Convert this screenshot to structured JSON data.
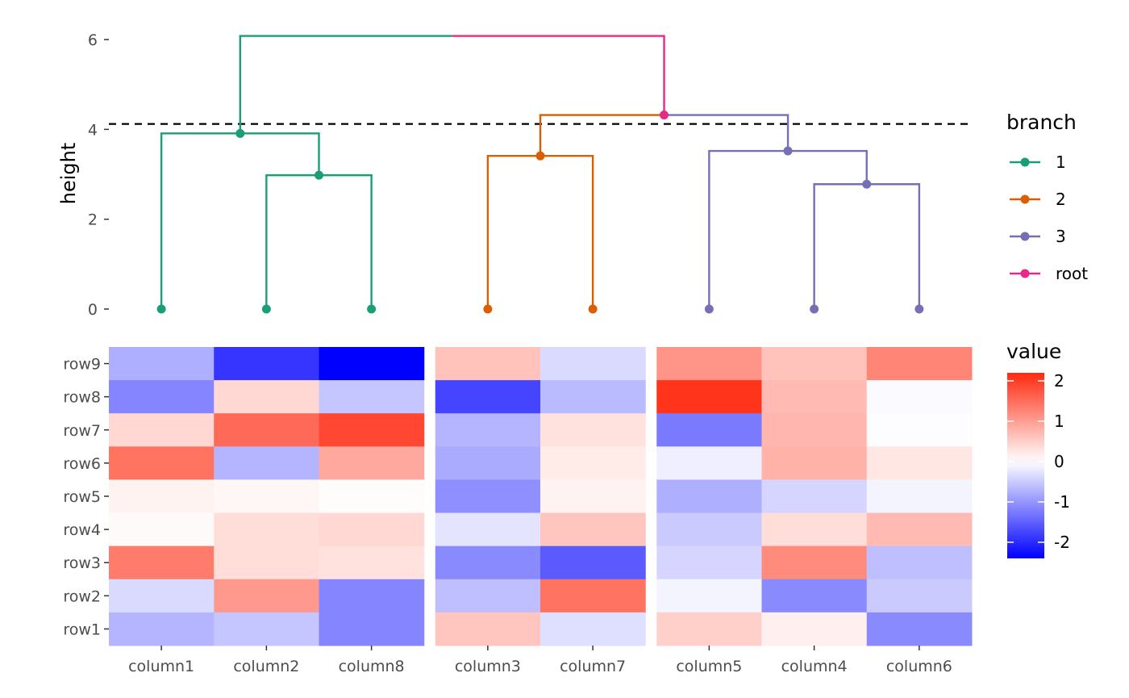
{
  "chart_data": {
    "type": "heatmap",
    "dendrogram": {
      "ylabel": "height",
      "yticks": [
        0,
        2,
        4,
        6
      ],
      "ylim": [
        0,
        6.1
      ],
      "cut_height": 4.12,
      "leaves": [
        "column1",
        "column2",
        "column8",
        "column3",
        "column7",
        "column5",
        "column4",
        "column6"
      ],
      "nodes": [
        {
          "id": "n28",
          "height": 2.98,
          "children": [
            "column2",
            "column8"
          ],
          "branch": "1"
        },
        {
          "id": "n1",
          "height": 3.91,
          "children": [
            "column1",
            "n28"
          ],
          "branch": "1"
        },
        {
          "id": "n37",
          "height": 3.41,
          "children": [
            "column3",
            "column7"
          ],
          "branch": "2"
        },
        {
          "id": "n46",
          "height": 2.78,
          "children": [
            "column4",
            "column6"
          ],
          "branch": "3"
        },
        {
          "id": "n3",
          "height": 3.52,
          "children": [
            "column5",
            "n46"
          ],
          "branch": "3"
        },
        {
          "id": "n23",
          "height": 4.32,
          "children": [
            "n37",
            "n3"
          ],
          "branch": "root"
        },
        {
          "id": "root",
          "height": 6.08,
          "children": [
            "n1",
            "n23"
          ],
          "branch": "root"
        }
      ]
    },
    "legend_branch": {
      "title": "branch",
      "items": [
        {
          "label": "1",
          "color": "#1b9e77"
        },
        {
          "label": "2",
          "color": "#d95f02"
        },
        {
          "label": "3",
          "color": "#7570b3"
        },
        {
          "label": "root",
          "color": "#e7298a"
        }
      ]
    },
    "heatmap": {
      "rows": [
        "row9",
        "row8",
        "row7",
        "row6",
        "row5",
        "row4",
        "row3",
        "row2",
        "row1"
      ],
      "columns": [
        "column1",
        "column2",
        "column8",
        "column3",
        "column7",
        "column5",
        "column4",
        "column6"
      ],
      "groups": [
        3,
        2,
        3
      ],
      "values": [
        [
          -0.75,
          -1.9,
          -2.4,
          0.62,
          -0.35,
          1.1,
          0.62,
          1.25
        ],
        [
          -1.15,
          0.4,
          -0.55,
          -1.75,
          -0.65,
          2.1,
          0.7,
          -0.05
        ],
        [
          0.4,
          1.55,
          1.9,
          -0.7,
          0.3,
          -1.25,
          0.75,
          -0.02
        ],
        [
          1.45,
          -0.7,
          0.9,
          -0.8,
          0.2,
          -0.15,
          0.8,
          0.25
        ],
        [
          0.12,
          0.08,
          0.03,
          -1.05,
          0.12,
          -0.75,
          -0.4,
          -0.1
        ],
        [
          0.05,
          0.35,
          0.4,
          -0.25,
          0.6,
          -0.5,
          0.35,
          0.7
        ],
        [
          1.35,
          0.35,
          0.3,
          -1.1,
          -1.55,
          -0.4,
          1.2,
          -0.6
        ],
        [
          -0.35,
          1.05,
          -1.15,
          -0.6,
          1.45,
          -0.1,
          -1.1,
          -0.5
        ],
        [
          -0.7,
          -0.55,
          -1.15,
          0.6,
          -0.3,
          0.5,
          0.15,
          -1.1
        ]
      ],
      "color_scale": {
        "low": "#0000ff",
        "mid": "#ffffff",
        "high": "#ff2a10",
        "limits": [
          -2.4,
          2.2
        ]
      }
    },
    "legend_value": {
      "title": "value",
      "ticks": [
        2,
        1,
        0,
        -1,
        -2
      ],
      "tick_labels": [
        "2",
        "1",
        "0",
        "-1",
        "-2"
      ]
    }
  }
}
